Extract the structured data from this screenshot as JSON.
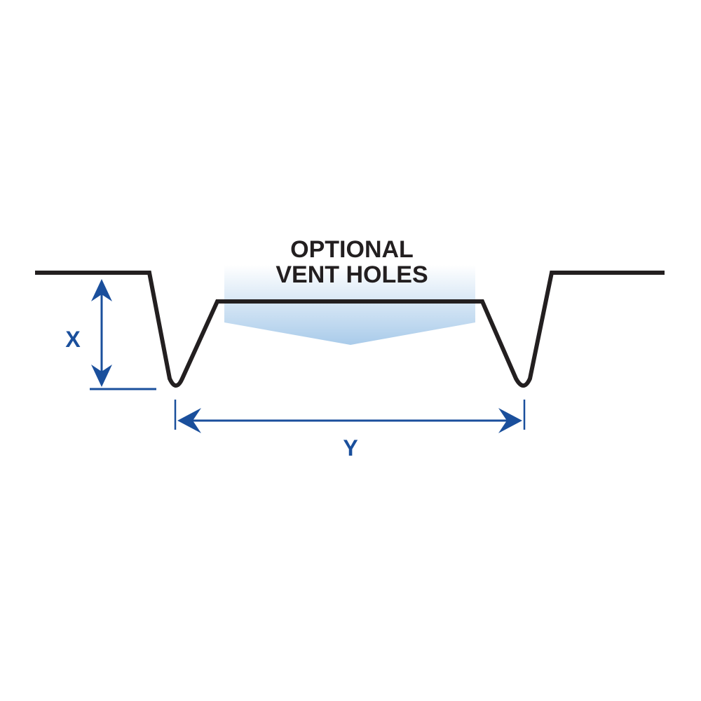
{
  "title": {
    "line1": "OPTIONAL",
    "line2": "VENT HOLES"
  },
  "dimensions": {
    "x_label": "X",
    "y_label": "Y"
  },
  "colors": {
    "profile": "#231f20",
    "dimension": "#1a4f9c",
    "vent_top": "#ffffff",
    "vent_bottom": "#a9cbea",
    "text": "#231f20"
  }
}
